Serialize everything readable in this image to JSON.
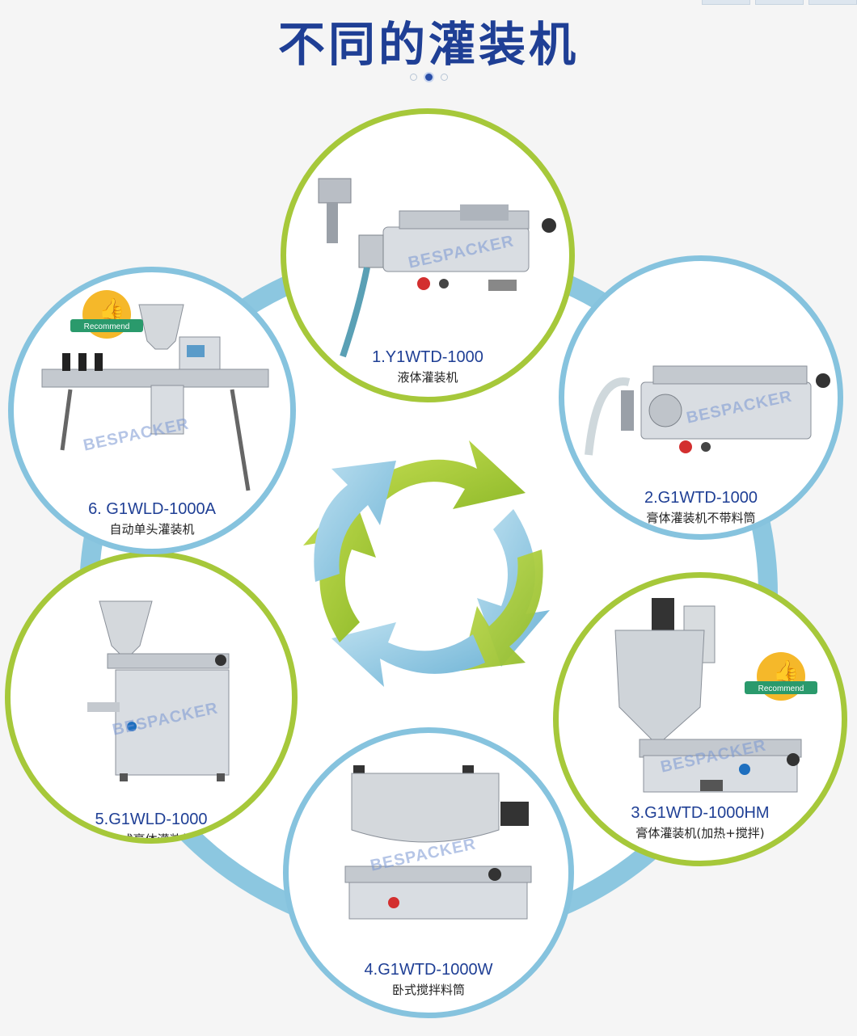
{
  "page_title": "不同的灌装机",
  "watermark": "BESPACKER",
  "badge_label": "Recommend",
  "colors": {
    "title": "#1f3f95",
    "green": "#a6c83a",
    "blue": "#86c3de",
    "ring": "#c5e1ee"
  },
  "machines": [
    {
      "model": "1.Y1WTD-1000",
      "name": "液体灌装机"
    },
    {
      "model": "2.G1WTD-1000",
      "name": "膏体灌装机不带料筒"
    },
    {
      "model": "3.G1WTD-1000HM",
      "name": "膏体灌装机(加热+搅拌)"
    },
    {
      "model": "4.G1WTD-1000W",
      "name": "卧式搅拌料筒"
    },
    {
      "model": "5.G1WLD-1000",
      "name": "立式膏体灌装机"
    },
    {
      "model": "6. G1WLD-1000A",
      "name": "自动单头灌装机"
    }
  ]
}
